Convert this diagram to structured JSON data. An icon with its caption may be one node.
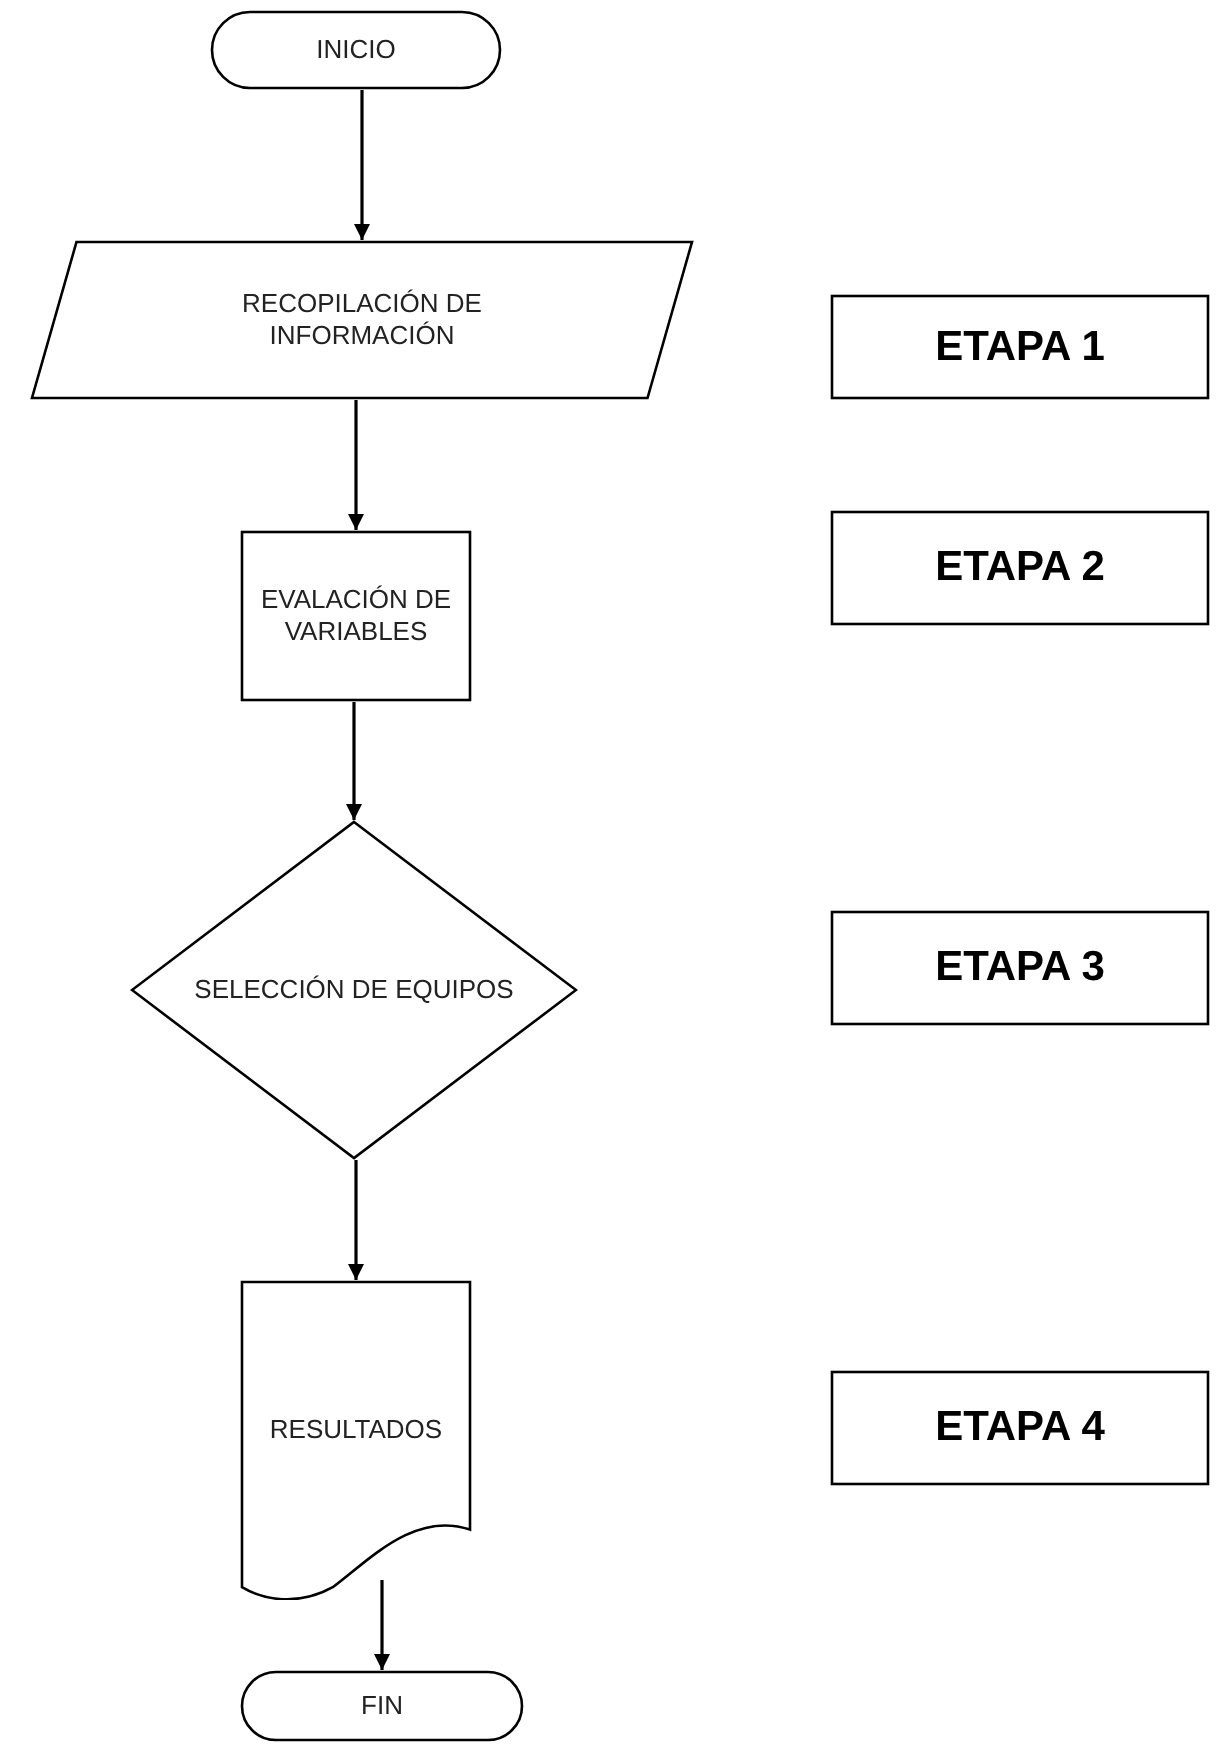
{
  "diagram": {
    "nodes": [
      {
        "text": [
          "INICIO"
        ]
      },
      {
        "text": [
          "RECOPILACIÓN DE INFORMACIÓN"
        ]
      },
      {
        "text": [
          "EVALACIÓN DE VARIABLES"
        ]
      },
      {
        "text": [
          "SELECCIÓN DE EQUIPOS"
        ]
      },
      {
        "text": [
          "RESULTADOS"
        ]
      },
      {
        "text": [
          "FIN"
        ]
      },
      {
        "text": [
          "ETAPA 1"
        ]
      },
      {
        "text": [
          "ETAPA 2"
        ]
      },
      {
        "text": [
          "ETAPA 3"
        ]
      },
      {
        "text": [
          "ETAPA 4"
        ]
      }
    ],
    "edges": [
      {
        "from": 0,
        "to": 1,
        "arrow": "to"
      },
      {
        "from": 1,
        "to": 2,
        "arrow": "to"
      },
      {
        "from": 2,
        "to": 3,
        "arrow": "to"
      },
      {
        "from": 3,
        "to": 4,
        "arrow": "to"
      },
      {
        "from": 4,
        "to": 5,
        "arrow": "to"
      }
    ]
  }
}
